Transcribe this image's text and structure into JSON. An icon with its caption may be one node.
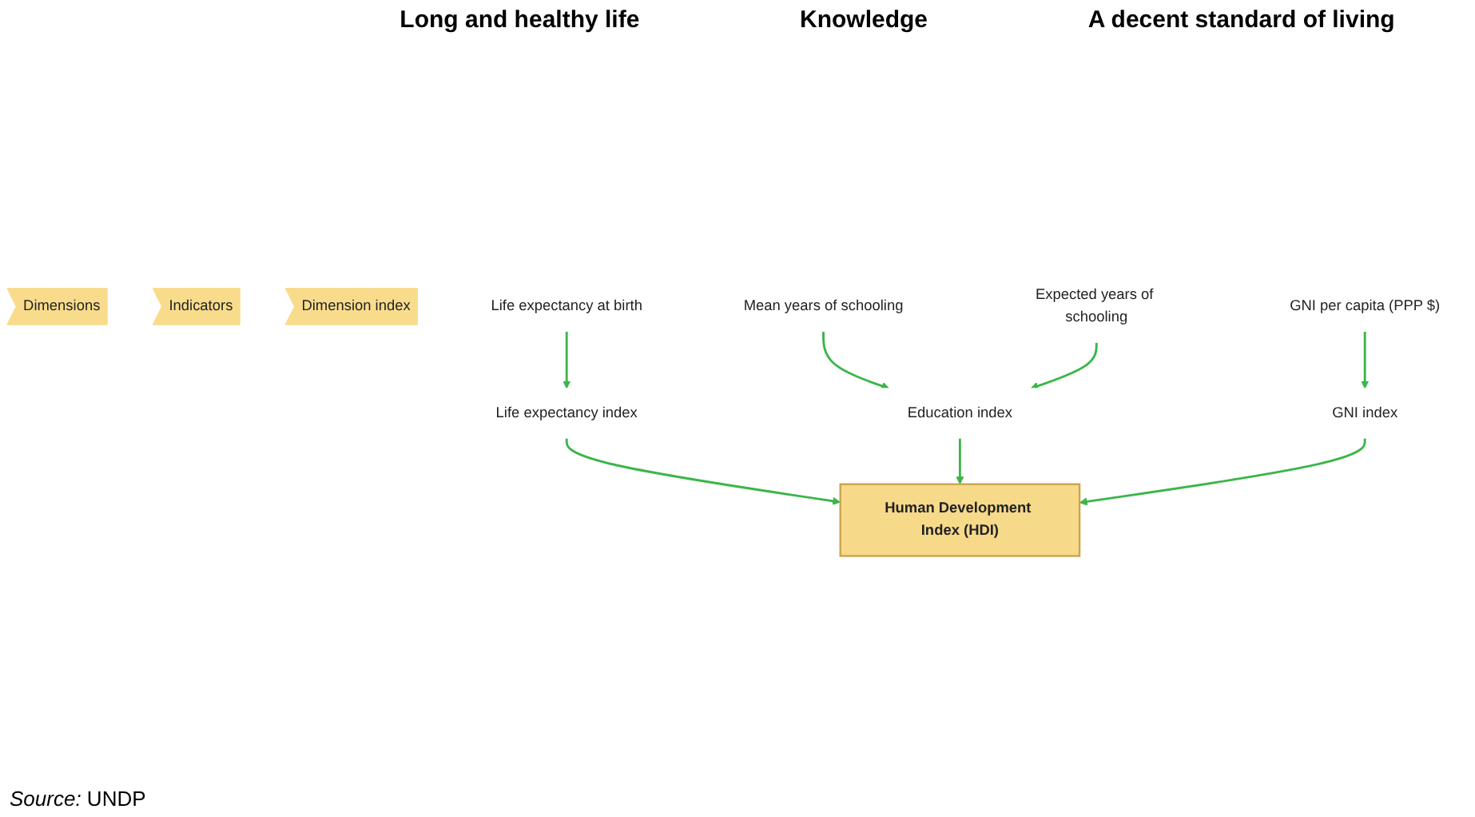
{
  "diagram": {
    "nodes": [
      {
        "text": [
          "Dimensions"
        ]
      },
      {
        "text": [
          "Indicators"
        ]
      },
      {
        "text": [
          "Dimension index"
        ]
      },
      {
        "text": [
          "Life expectancy at birth"
        ]
      },
      {
        "text": [
          "Mean years of schooling"
        ]
      },
      {
        "text": [
          "Expected years of schooling"
        ]
      },
      {
        "text": [
          "GNI per capita (PPP $)"
        ]
      },
      {
        "text": [
          "Life expectancy index"
        ]
      },
      {
        "text": [
          "Education index"
        ]
      },
      {
        "text": [
          "GNI index"
        ]
      },
      {
        "text": [
          "Human Development Index (HDI)"
        ]
      }
    ],
    "edges": [
      {
        "from": 3,
        "to": 7,
        "arrow": "to"
      },
      {
        "from": 4,
        "to": 8,
        "arrow": "to"
      },
      {
        "from": 5,
        "to": 8,
        "arrow": "to"
      },
      {
        "from": 6,
        "to": 9,
        "arrow": "to"
      },
      {
        "from": 7,
        "to": 10,
        "arrow": "to"
      },
      {
        "from": 8,
        "to": 10,
        "arrow": "to"
      },
      {
        "from": 9,
        "to": 10,
        "arrow": "to"
      }
    ],
    "labels": [
      "Long and healthy life",
      "Knowledge",
      "A decent standard of living",
      "*Source:* UNDP"
    ]
  }
}
